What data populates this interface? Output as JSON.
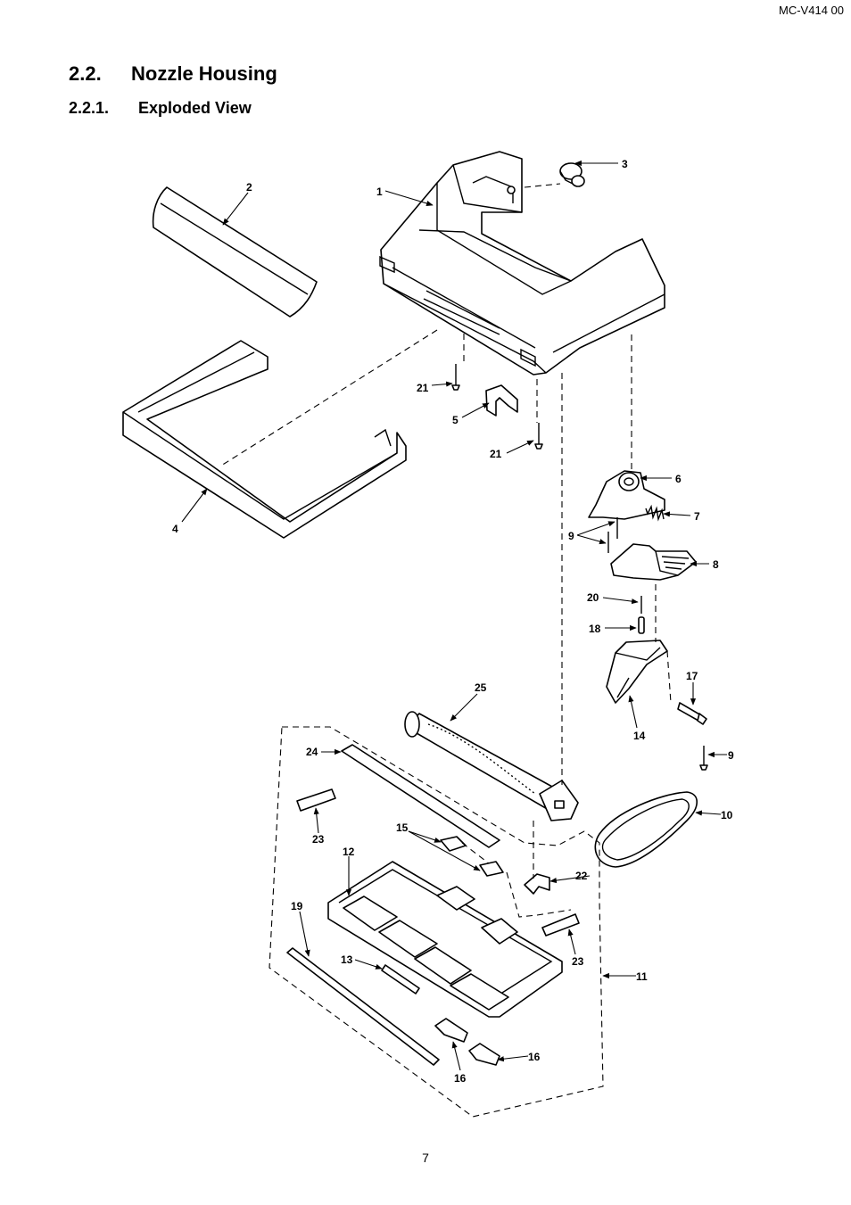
{
  "header": {
    "doc_code": "MC-V414 00"
  },
  "section": {
    "number": "2.2.",
    "title": "Nozzle Housing"
  },
  "subsection": {
    "number": "2.2.1.",
    "title": "Exploded View"
  },
  "diagram": {
    "callouts": {
      "c1": "1",
      "c2": "2",
      "c3": "3",
      "c4": "4",
      "c5": "5",
      "c6": "6",
      "c7": "7",
      "c8": "8",
      "c9a": "9",
      "c9b": "9",
      "c10": "10",
      "c11": "11",
      "c12": "12",
      "c13": "13",
      "c14": "14",
      "c15": "15",
      "c16a": "16",
      "c16b": "16",
      "c17": "17",
      "c18": "18",
      "c19": "19",
      "c20": "20",
      "c21a": "21",
      "c21b": "21",
      "c22": "22",
      "c23a": "23",
      "c23b": "23",
      "c24": "24",
      "c25": "25"
    }
  },
  "footer": {
    "page_number": "7"
  }
}
